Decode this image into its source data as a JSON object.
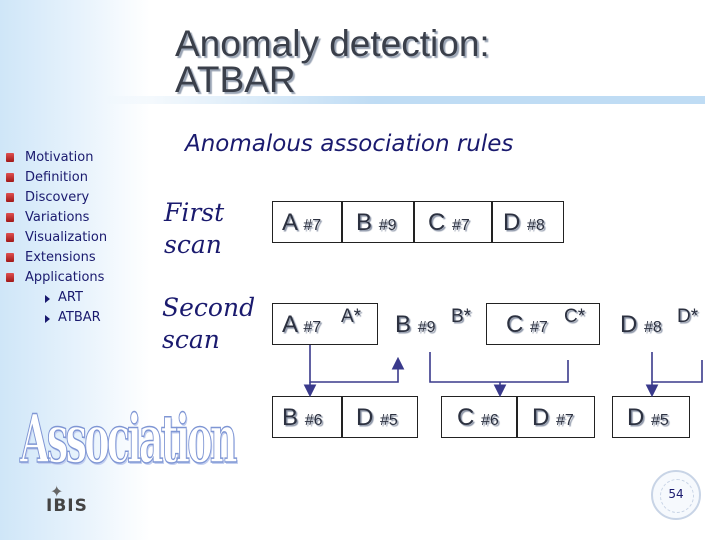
{
  "header": {
    "title_line1": "Anomaly detection:",
    "title_line2": "ATBAR",
    "subtitle": "Anomalous association rules"
  },
  "sidebar": {
    "items": [
      {
        "label": "Motivation"
      },
      {
        "label": "Definition"
      },
      {
        "label": "Discovery"
      },
      {
        "label": "Variations"
      },
      {
        "label": "Visualization"
      },
      {
        "label": "Extensions"
      },
      {
        "label": "Applications"
      }
    ],
    "subitems": [
      {
        "label": "ART"
      },
      {
        "label": "ATBAR"
      }
    ]
  },
  "scans": {
    "first_line1": "First",
    "first_line2": "scan",
    "second_line1": "Second",
    "second_line2": "scan"
  },
  "first_scan": [
    {
      "letter": "A",
      "count": "#7"
    },
    {
      "letter": "B",
      "count": "#9"
    },
    {
      "letter": "C",
      "count": "#7"
    },
    {
      "letter": "D",
      "count": "#8"
    }
  ],
  "second_scan": [
    {
      "letter": "A",
      "count": "#7",
      "star": "A*"
    },
    {
      "letter": "B",
      "count": "#9",
      "star": "B*"
    },
    {
      "letter": "C",
      "count": "#7",
      "star": "C*"
    },
    {
      "letter": "D",
      "count": "#8",
      "star": "D*"
    }
  ],
  "third_row": [
    {
      "letter": "B",
      "count": "#6"
    },
    {
      "letter": "D",
      "count": "#5"
    },
    {
      "letter": "C",
      "count": "#6"
    },
    {
      "letter": "D",
      "count": "#7"
    },
    {
      "letter": "D",
      "count": "#5"
    }
  ],
  "decoration": {
    "side_word": "Association",
    "logo": "IBIS"
  },
  "footer": {
    "page_number": "54"
  },
  "colors": {
    "text_navy": "#1a1a6e",
    "arrow": "#3a3a8c",
    "bullet_red": "#c02020",
    "accent_blue": "#bfdcf4"
  }
}
